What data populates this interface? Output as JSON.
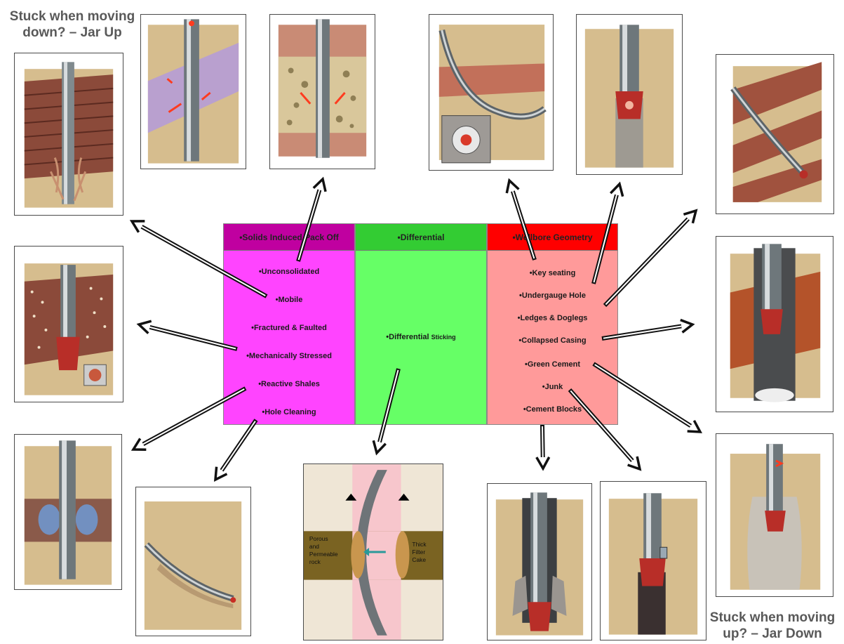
{
  "notes": {
    "top_left": [
      "Stuck when moving",
      "down? – Jar Up"
    ],
    "bottom_right": [
      "Stuck when moving",
      "up? – Jar Down"
    ]
  },
  "columns": [
    {
      "header": "•Solids Induced Pack Off",
      "color": "#ff00ff",
      "header_color": "#c000a0",
      "items": [
        "•Unconsolidated",
        "•Mobile",
        "•Fractured & Faulted",
        "•Mechanically Stressed",
        "•Reactive Shales",
        "•Hole Cleaning"
      ]
    },
    {
      "header": "•Differential",
      "color": "#66ff66",
      "header_color": "#33cc33",
      "items": [
        "•Differential",
        "Sticking"
      ]
    },
    {
      "header": "•Wellbore Geometry",
      "color": "#ff9999",
      "header_color": "#ff0000",
      "items": [
        "•Key seating",
        "•Undergauge Hole",
        "•Ledges & Doglegs",
        "•Collapsed Casing",
        "•Green Cement",
        "•Junk",
        "•Cement Blocks"
      ]
    }
  ],
  "differential_figure": {
    "left_label": [
      "Porous",
      "and",
      "Permeable",
      "rock"
    ],
    "right_label": [
      "Thick",
      "Filter",
      "Cake"
    ]
  }
}
